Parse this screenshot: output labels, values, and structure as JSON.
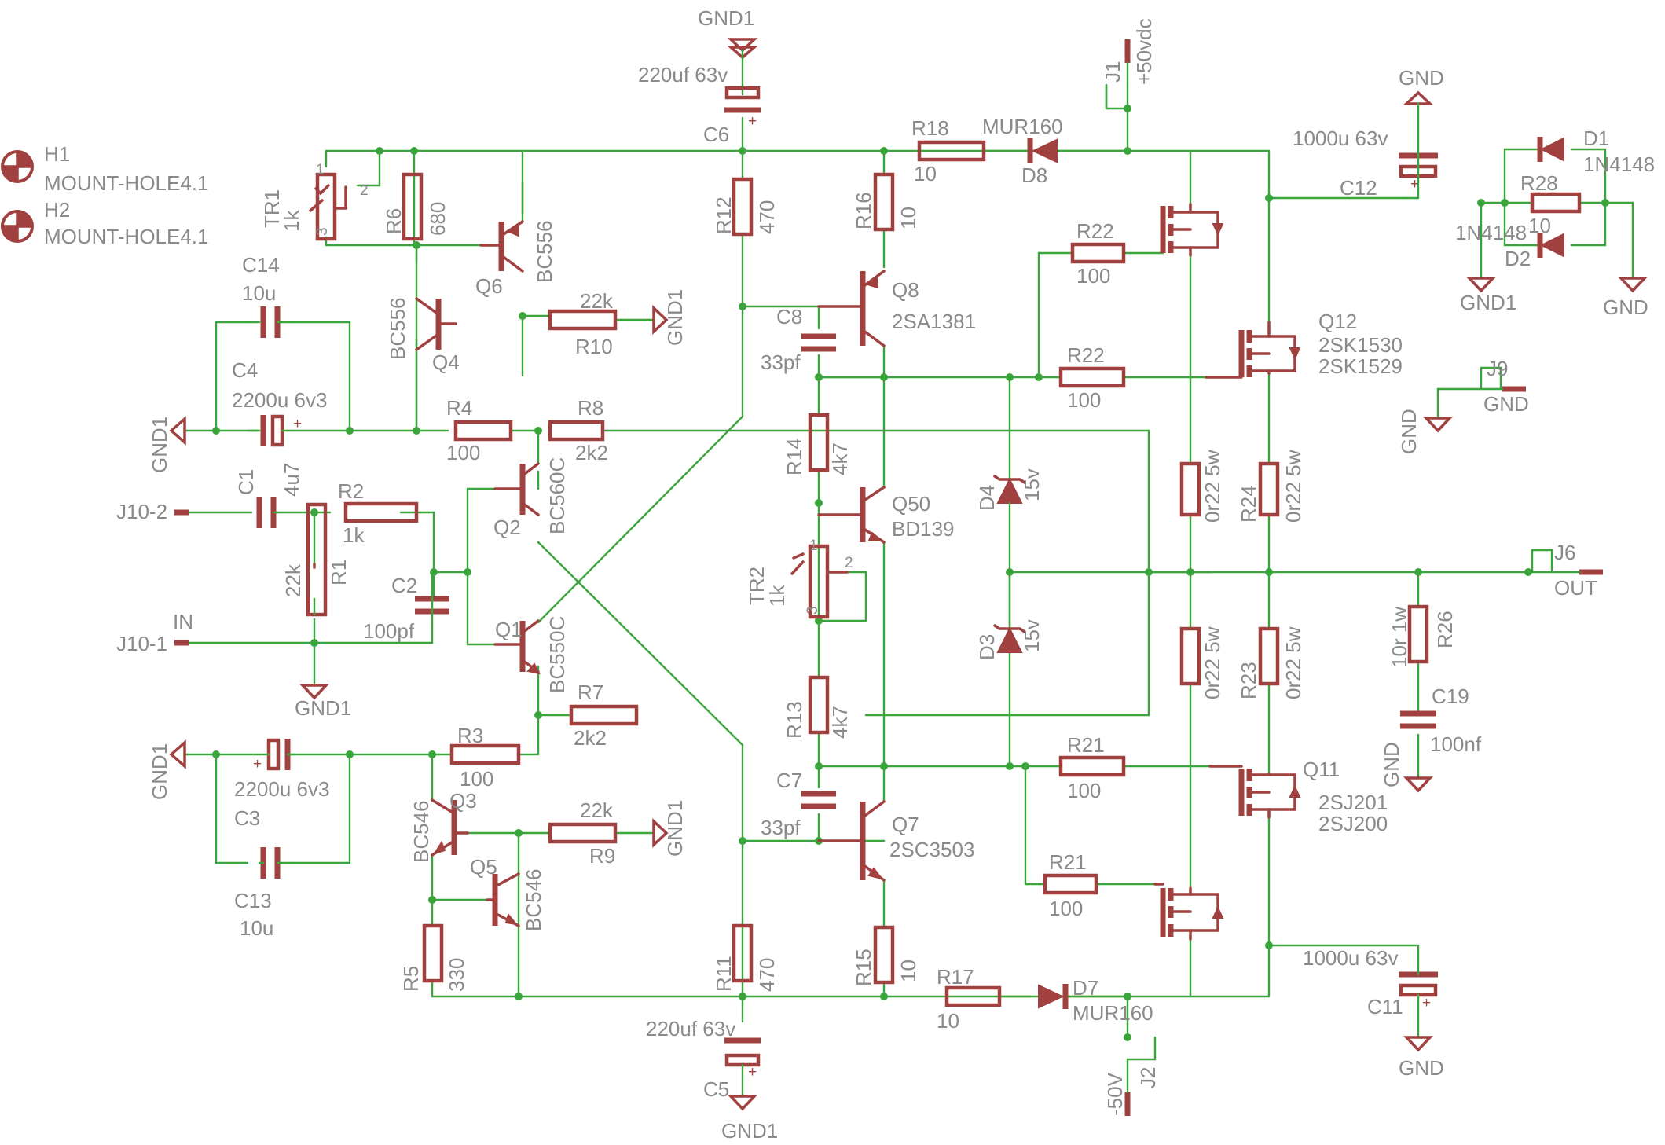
{
  "mount_holes": [
    {
      "ref": "H1",
      "value": "MOUNT-HOLE4.1"
    },
    {
      "ref": "H2",
      "value": "MOUNT-HOLE4.1"
    }
  ],
  "nets": {
    "gnd1": "GND1",
    "gnd": "GND",
    "in": "IN",
    "out": "OUT",
    "vpos": "+50vdc",
    "vneg": "-50V"
  },
  "connectors": {
    "j10_2": "J10-2",
    "j10_1": "J10-1",
    "j1": "J1",
    "j2": "J2",
    "j6": "J6",
    "j9": "J9"
  },
  "resistors": {
    "r1": {
      "ref": "R1",
      "value": "22k"
    },
    "r2": {
      "ref": "R2",
      "value": "1k"
    },
    "r3": {
      "ref": "R3",
      "value": "100"
    },
    "r4": {
      "ref": "R4",
      "value": "100"
    },
    "r5": {
      "ref": "R5",
      "value": "330"
    },
    "r6": {
      "ref": "R6",
      "value": "680"
    },
    "r7": {
      "ref": "R7",
      "value": "2k2"
    },
    "r8": {
      "ref": "R8",
      "value": "2k2"
    },
    "r9": {
      "ref": "R9",
      "value": "22k"
    },
    "r10": {
      "ref": "R10",
      "value": "22k"
    },
    "r11": {
      "ref": "R11",
      "value": "470"
    },
    "r12": {
      "ref": "R12",
      "value": "470"
    },
    "r13": {
      "ref": "R13",
      "value": "4k7"
    },
    "r14": {
      "ref": "R14",
      "value": "4k7"
    },
    "r15": {
      "ref": "R15",
      "value": "10"
    },
    "r16": {
      "ref": "R16",
      "value": "10"
    },
    "r17": {
      "ref": "R17",
      "value": "10"
    },
    "r18": {
      "ref": "R18",
      "value": "10"
    },
    "r21a": {
      "ref": "R21",
      "value": "100"
    },
    "r21b": {
      "ref": "R21",
      "value": "100"
    },
    "r22a": {
      "ref": "R22",
      "value": "100"
    },
    "r22b": {
      "ref": "R22",
      "value": "100"
    },
    "r23": {
      "ref": "R23",
      "value": "0r22 5w"
    },
    "r24": {
      "ref": "R24",
      "value": "0r22 5w"
    },
    "r_em1": {
      "value": "0r22 5w"
    },
    "r_em2": {
      "value": "0r22 5w"
    },
    "r26": {
      "ref": "R26",
      "value": "10r 1w"
    },
    "r28": {
      "ref": "R28",
      "value": "10"
    }
  },
  "capacitors": {
    "c1": {
      "ref": "C1",
      "value": "4u7"
    },
    "c2": {
      "ref": "C2",
      "value": "100pf"
    },
    "c3": {
      "ref": "C3",
      "value": "2200u 6v3"
    },
    "c4": {
      "ref": "C4",
      "value": "2200u 6v3"
    },
    "c5": {
      "ref": "C5",
      "value": "220uf 63v"
    },
    "c6": {
      "ref": "C6",
      "value": "220uf 63v"
    },
    "c7": {
      "ref": "C7",
      "value": "33pf"
    },
    "c8": {
      "ref": "C8",
      "value": "33pf"
    },
    "c11": {
      "ref": "C11",
      "value": "1000u 63v"
    },
    "c12": {
      "ref": "C12",
      "value": "1000u 63v"
    },
    "c13": {
      "ref": "C13",
      "value": "10u"
    },
    "c14": {
      "ref": "C14",
      "value": "10u"
    },
    "c19": {
      "ref": "C19",
      "value": "100nf"
    }
  },
  "trimmers": {
    "tr1": {
      "ref": "TR1",
      "value": "1k"
    },
    "tr2": {
      "ref": "TR2",
      "value": "1k"
    }
  },
  "transistors": {
    "q1": {
      "ref": "Q1",
      "value": "BC550C"
    },
    "q2": {
      "ref": "Q2",
      "value": "BC560C"
    },
    "q3": {
      "ref": "Q3",
      "value": "BC546"
    },
    "q4": {
      "ref": "Q4",
      "value": "BC556"
    },
    "q5": {
      "ref": "Q5",
      "value": "BC546"
    },
    "q6": {
      "ref": "Q6",
      "value": "BC556"
    },
    "q7": {
      "ref": "Q7",
      "value": "2SC3503"
    },
    "q8": {
      "ref": "Q8",
      "value": "2SA1381"
    },
    "q50": {
      "ref": "Q50",
      "value": "BD139"
    },
    "q11": {
      "ref": "Q11",
      "value": "2SJ201",
      "value2": "2SJ200"
    },
    "q12": {
      "ref": "Q12",
      "value": "2SK1530",
      "value2": "2SK1529"
    }
  },
  "diodes": {
    "d1": {
      "ref": "D1",
      "value": "1N4148"
    },
    "d2": {
      "ref": "D2",
      "value": "1N4148"
    },
    "d3": {
      "ref": "D3",
      "value": "15v"
    },
    "d4": {
      "ref": "D4",
      "value": "15v"
    },
    "d7": {
      "ref": "D7",
      "value": "MUR160"
    },
    "d8": {
      "ref": "D8",
      "value": "MUR160"
    }
  },
  "pins": {
    "p1": "1",
    "p2": "2",
    "p3": "3"
  },
  "colors": {
    "wire": "#3aa53a",
    "symbol": "#a0403f",
    "label": "#8a8a8a",
    "background": "#ffffff"
  }
}
